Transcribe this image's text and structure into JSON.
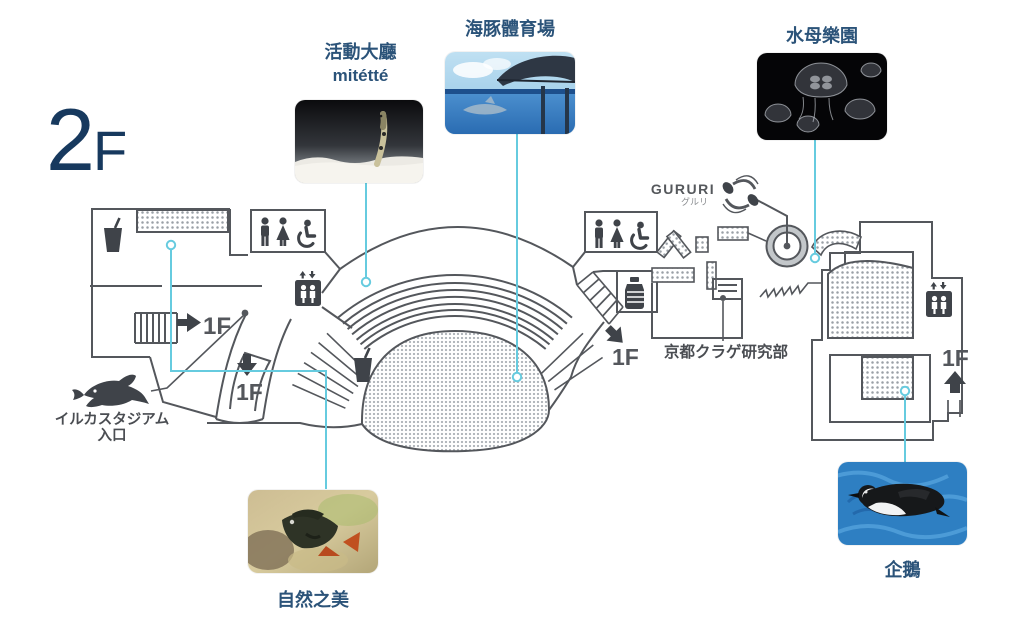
{
  "floor": {
    "number": "2",
    "suffix": "F"
  },
  "zones": [
    {
      "id": "event-hall",
      "label": "活動大廳",
      "sublabel": "mitétté",
      "photo": "garden-eel-photo"
    },
    {
      "id": "dolphin-stadium",
      "label": "海豚體育場",
      "photo": "dolphin-pool-photo"
    },
    {
      "id": "jellyfish-land",
      "label": "水母樂園",
      "photo": "moon-jellyfish-photo"
    },
    {
      "id": "nature-beauty",
      "label": "自然之美",
      "photo": "dark-fish-photo"
    },
    {
      "id": "penguin",
      "label": "企鵝",
      "photo": "swimming-penguin-photo"
    }
  ],
  "map": {
    "floor1_label": "1F",
    "wayfinding": [
      {
        "label": "1F",
        "direction": "right"
      },
      {
        "label": "1F",
        "direction": "down"
      },
      {
        "label": "1F",
        "direction": "down-right"
      },
      {
        "label": "1F",
        "direction": "up"
      }
    ],
    "gururi": {
      "title": "GURURI",
      "subtitle": "グルリ"
    },
    "kyoto_jellyfish_lab_label": "京都クラゲ研究部",
    "dolphin_entrance": {
      "line1": "イルカスタジアム",
      "line2": "入口"
    },
    "icons": [
      "restroom-icon",
      "wheelchair-icon",
      "elevator-icon",
      "drink-icon",
      "nursing-bottle-icon",
      "stairs-icon",
      "dolphin-icon",
      "gururi-logo",
      "ring-tank"
    ]
  },
  "colors": {
    "accent_navy": "#17395e",
    "label_blue": "#2b5379",
    "connector_cyan": "#66cbdf",
    "line_gray": "#54575c",
    "hatch_gray": "#9aa0a6"
  }
}
